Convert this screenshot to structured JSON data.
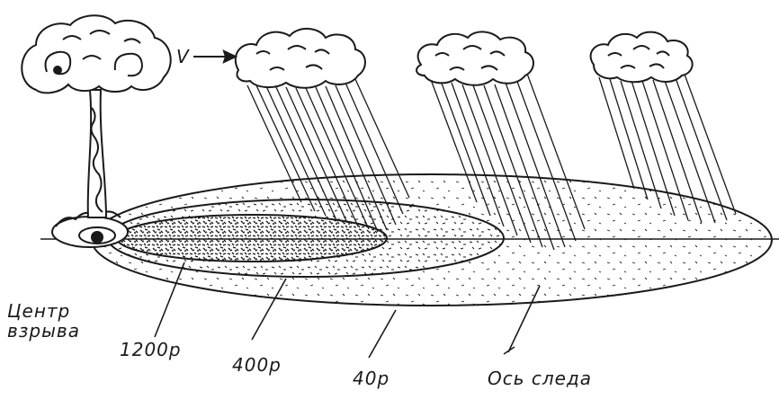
{
  "labels": {
    "center_line1": "Центр",
    "center_line2": "взрыва",
    "zone_1200": "1200р",
    "zone_400": "400р",
    "zone_40": "40р",
    "axis": "Ось следа",
    "wind": "V"
  },
  "colors": {
    "ink": "#1a1a1a",
    "background": "#ffffff"
  },
  "icons": [
    "mushroom-cloud-icon",
    "cloud-icon",
    "wind-arrow-icon"
  ]
}
